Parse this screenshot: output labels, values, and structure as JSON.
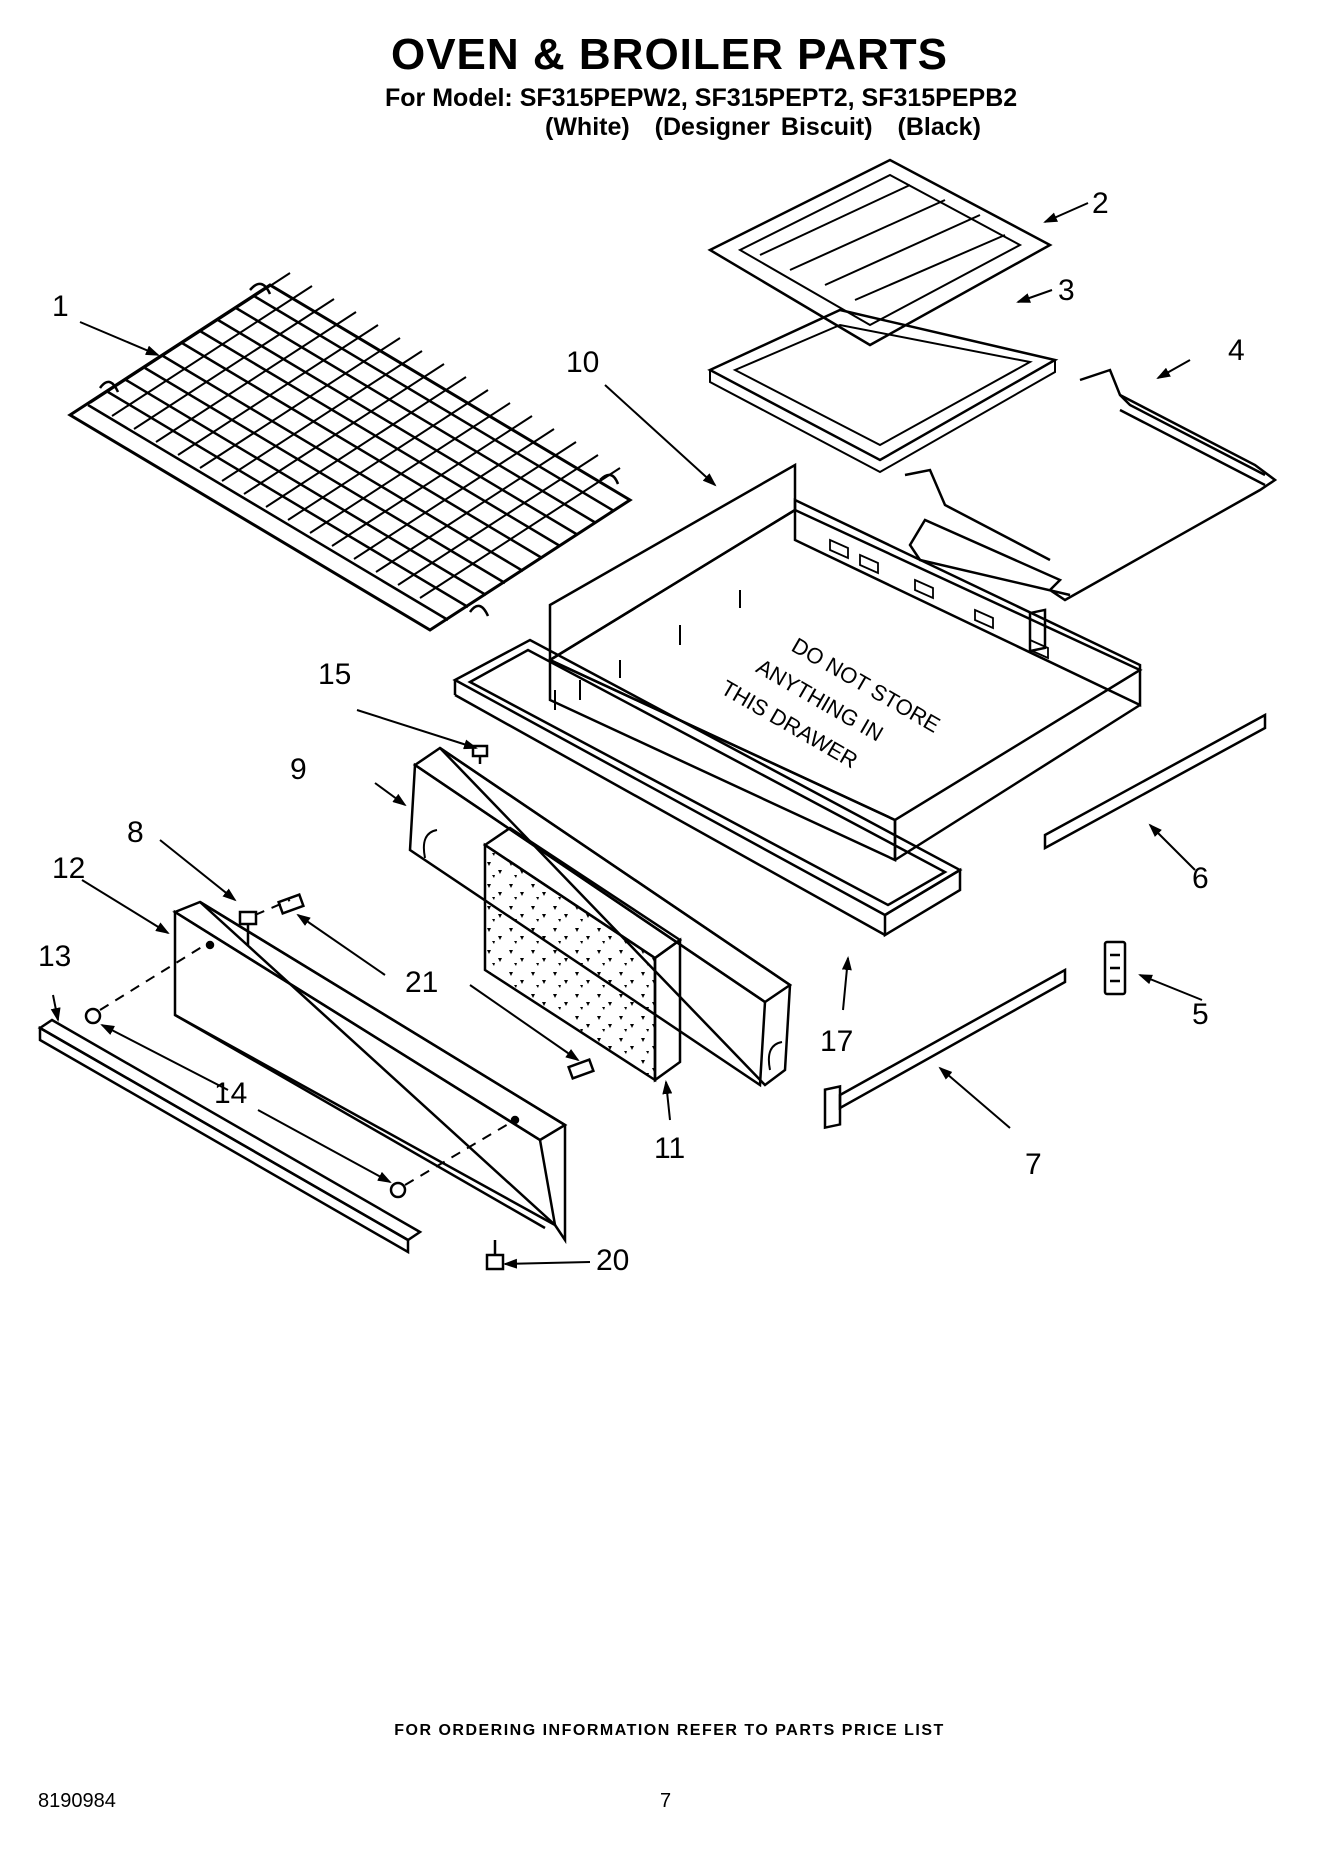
{
  "header": {
    "title": "OVEN & BROILER PARTS",
    "model_line": "For Model: SF315PEPW2, SF315PEPT2, SF315PEPB2",
    "colors": [
      "(White)",
      "(Designer Biscuit)",
      "(Black)"
    ]
  },
  "drawer_warning": [
    "DO NOT STORE",
    "ANYTHING IN",
    "THIS DRAWER"
  ],
  "callouts": [
    "1",
    "2",
    "3",
    "4",
    "5",
    "6",
    "7",
    "8",
    "9",
    "10",
    "11",
    "12",
    "13",
    "14",
    "15",
    "17",
    "20",
    "21"
  ],
  "footer": {
    "ordering_note": "FOR ORDERING INFORMATION REFER TO PARTS PRICE LIST",
    "doc_number": "8190984",
    "page_number": "7"
  },
  "style": {
    "line_color": "#000000",
    "background": "#ffffff"
  }
}
